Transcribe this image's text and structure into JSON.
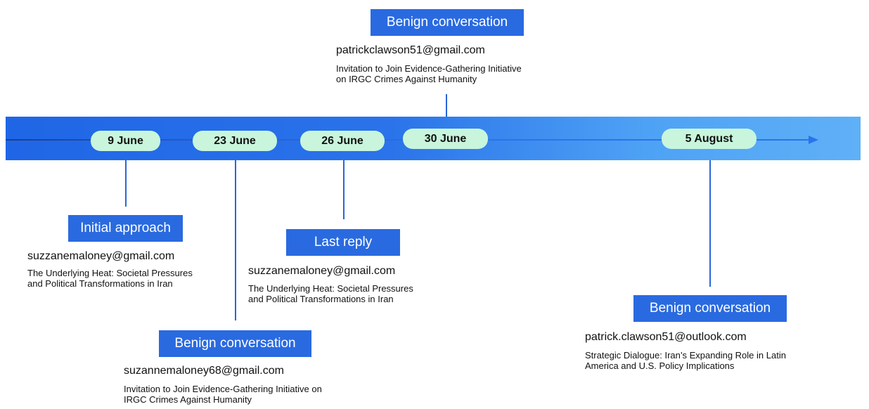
{
  "events": [
    {
      "date": "9 June",
      "label": "Initial approach",
      "email": "suzzanemaloney@gmail.com",
      "subject_lines": [
        "The Underlying Heat: Societal Pressures",
        "and Political Transformations in Iran"
      ]
    },
    {
      "date": "23 June",
      "label": "Benign conversation",
      "email": "suzannemaloney68@gmail.com",
      "subject_lines": [
        "Invitation to Join Evidence-Gathering Initiative on",
        "IRGC Crimes Against Humanity"
      ]
    },
    {
      "date": "26 June",
      "label": "Last reply",
      "email": "suzzanemaloney@gmail.com",
      "subject_lines": [
        "The Underlying Heat: Societal Pressures",
        "and Political Transformations in Iran"
      ]
    },
    {
      "date": "30 June",
      "label": "Benign conversation",
      "email": "patrickclawson51@gmail.com",
      "subject_lines": [
        "Invitation to Join Evidence-Gathering Initiative",
        "on IRGC Crimes Against Humanity"
      ]
    },
    {
      "date": "5 August",
      "label": "Benign conversation",
      "email": "patrick.clawson51@outlook.com",
      "subject_lines": [
        "Strategic Dialogue: Iran’s Expanding Role in Latin",
        "America and U.S. Policy Implications"
      ]
    }
  ],
  "colors": {
    "band_start": "#1f66e6",
    "band_end": "#5fb0f7",
    "axis": "#2a73ea",
    "axis_dark": "#1b3f8a",
    "pill": "#c8f5dc",
    "label_box": "#2a6ae0",
    "connector": "#2a66d9"
  }
}
